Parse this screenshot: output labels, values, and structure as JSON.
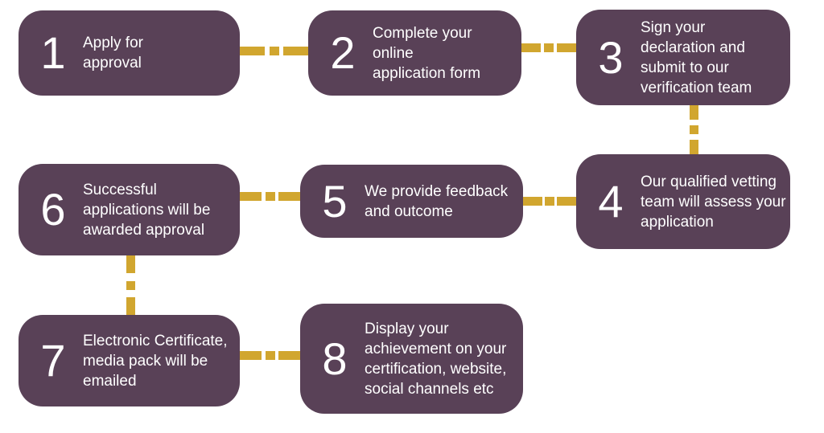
{
  "canvas": {
    "background": "#ffffff"
  },
  "colors": {
    "box": "#594157",
    "connector": "#d1a62f",
    "text": "#ffffff"
  },
  "diagram": {
    "type": "process-flow",
    "steps": [
      {
        "number": "1",
        "text": "Apply for\napproval"
      },
      {
        "number": "2",
        "text": "Complete your\nonline\napplication form"
      },
      {
        "number": "3",
        "text": "Sign your\ndeclaration and\nsubmit to our\nverification team"
      },
      {
        "number": "4",
        "text": "Our qualified vetting\nteam will assess your\napplication"
      },
      {
        "number": "5",
        "text": "We provide feedback\nand outcome"
      },
      {
        "number": "6",
        "text": "Successful\napplications will be\nawarded approval"
      },
      {
        "number": "7",
        "text": "Electronic Certificate,\nmedia pack will be\nemailed"
      },
      {
        "number": "8",
        "text": "Display your\nachievement on your\ncertification, website,\nsocial channels etc"
      }
    ],
    "connections": [
      {
        "from": "1",
        "to": "2",
        "direction": "horizontal"
      },
      {
        "from": "2",
        "to": "3",
        "direction": "horizontal"
      },
      {
        "from": "3",
        "to": "4",
        "direction": "vertical"
      },
      {
        "from": "4",
        "to": "5",
        "direction": "horizontal"
      },
      {
        "from": "5",
        "to": "6",
        "direction": "horizontal"
      },
      {
        "from": "6",
        "to": "7",
        "direction": "vertical"
      },
      {
        "from": "7",
        "to": "8",
        "direction": "horizontal"
      }
    ]
  }
}
